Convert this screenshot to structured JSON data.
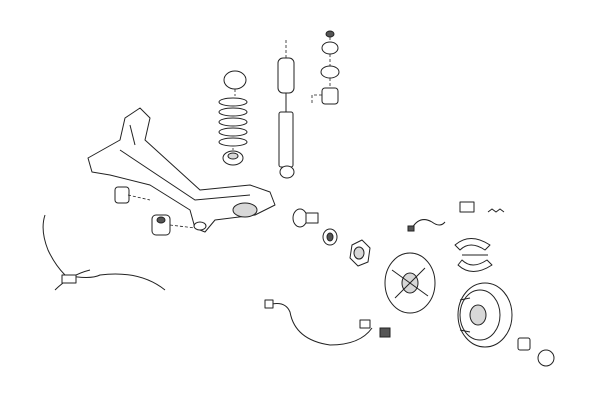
{
  "diagram": {
    "style": "exploded technical line drawing",
    "colors": {
      "background": "#ffffff",
      "line": "#222222",
      "shade": "#d8d8d8"
    },
    "parts": [
      "rear-axle-beam",
      "axle-bushing",
      "coil-spring",
      "spring-seat",
      "spring-cap",
      "shock-absorber",
      "dust-boot",
      "strut-mount-stack",
      "wheel-hub",
      "wheel-bearing",
      "brake-backing-plate",
      "brake-drum",
      "brake-shoes",
      "abs-sensor",
      "brake-hose",
      "handbrake-cable",
      "hub-nut",
      "spring-clip"
    ]
  }
}
